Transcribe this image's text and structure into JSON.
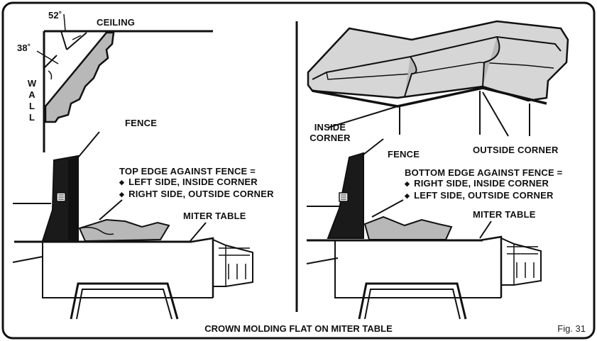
{
  "left_panel": {
    "angle_top": "52˚",
    "ceiling": "CEILING",
    "angle_left": "38˚",
    "wall_letters": [
      "W",
      "A",
      "L",
      "L"
    ],
    "fence": "FENCE",
    "note_title": "TOP EDGE AGAINST FENCE =",
    "note_items": [
      "LEFT SIDE, INSIDE CORNER",
      "RIGHT SIDE, OUTSIDE CORNER"
    ],
    "miter_table": "MITER TABLE"
  },
  "right_panel": {
    "inside_corner": [
      "INSIDE",
      "CORNER"
    ],
    "outside_corner": "OUTSIDE CORNER",
    "fence": "FENCE",
    "note_title": "BOTTOM EDGE AGAINST FENCE =",
    "note_items": [
      "RIGHT SIDE, INSIDE CORNER",
      "LEFT SIDE, OUTSIDE CORNER"
    ],
    "miter_table": "MITER TABLE"
  },
  "caption": "CROWN MOLDING FLAT ON MITER TABLE",
  "figure_number": "Fig. 31",
  "colors": {
    "molding_fill": "#b8b8b8",
    "molding_light": "#d6d6d6",
    "ink": "#111111"
  }
}
